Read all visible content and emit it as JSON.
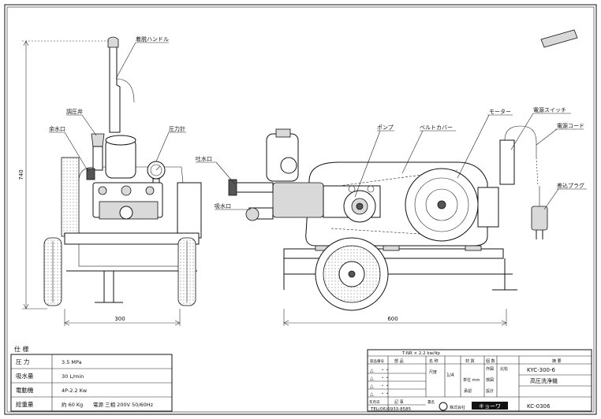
{
  "labels": {
    "detachable_handle": "着脱ハンドル",
    "pressure_valve": "調圧弁",
    "surplus_port": "余水口",
    "pressure_gauge": "圧力計",
    "discharge_port": "吐水口",
    "pump": "ポンプ",
    "belt_cover": "ベルトカバー",
    "motor": "モーター",
    "power_switch": "電源スイッチ",
    "power_cord": "電源コード",
    "intake_port": "吸水口",
    "plug": "差込プラグ"
  },
  "dimensions": {
    "height": "740",
    "width_front": "300",
    "length_side": "600"
  },
  "spec": {
    "title": "仕 様",
    "rows": [
      {
        "label": "圧 力",
        "value": "3.5 MPa",
        "extra": ""
      },
      {
        "label": "吸水量",
        "value": "30 L/min",
        "extra": ""
      },
      {
        "label": "電動機",
        "value": "4P-2.2 Kw",
        "extra": ""
      },
      {
        "label": "総重量",
        "value": "約 60 Kg",
        "extra": "電源 三相 200V 50/60Hz"
      }
    ]
  },
  "title_block": {
    "header_note": "T-NR × 2.2 kw/4p",
    "col_part_no": "部品番号",
    "col_part": "部 品",
    "col_name": "名 称",
    "col_material": "材 質",
    "col_qty": "個 数",
    "col_remarks": "摘 要",
    "scale_label": "尺度",
    "scale_value": "1/4",
    "unit_label": "単位 mm",
    "drawn_label": "作図",
    "drawn_by": "北松",
    "check_label": "検図",
    "approve_label": "承認",
    "design_label": "設計",
    "model_no": "KYC-300-6",
    "product_name": "高圧洗浄機",
    "drawing_no": "KC-0306",
    "rev_symbols": [
      "△",
      "△",
      "△",
      "△"
    ],
    "rev_dates": [
      "・・",
      "・・",
      "・・",
      "・・"
    ],
    "record_label": "記 事",
    "signature_label": "署名",
    "date_label": "年月日",
    "tel": "TEL(06)6933-8585",
    "company": "株式会社",
    "logo": "キョーワ"
  }
}
